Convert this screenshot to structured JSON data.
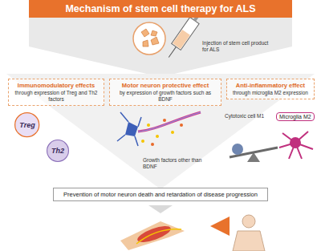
{
  "diagram": {
    "title": "Mechanism of stem cell therapy for ALS",
    "nodes": [
      {
        "text": [
          "Immunomodulatory effects",
          "through expression of Treg and Th2 factors"
        ]
      },
      {
        "text": [
          "Treg"
        ]
      },
      {
        "text": [
          "Th2"
        ]
      },
      {
        "text": [
          "Motor neuron protective effect",
          "by expression of growth factors such as BDNF"
        ]
      },
      {
        "text": [
          "Anti-inflammatory effect",
          "through microglia M2 expression"
        ]
      },
      {
        "text": [
          "Microglia M2"
        ]
      },
      {
        "text": [
          "Prevention of motor neuron death and retardation of disease progression"
        ]
      }
    ],
    "labels": [
      "Injection of stem cell product for ALS",
      "Growth factors other than BDNF",
      "Cytotoxic cell M1"
    ]
  }
}
